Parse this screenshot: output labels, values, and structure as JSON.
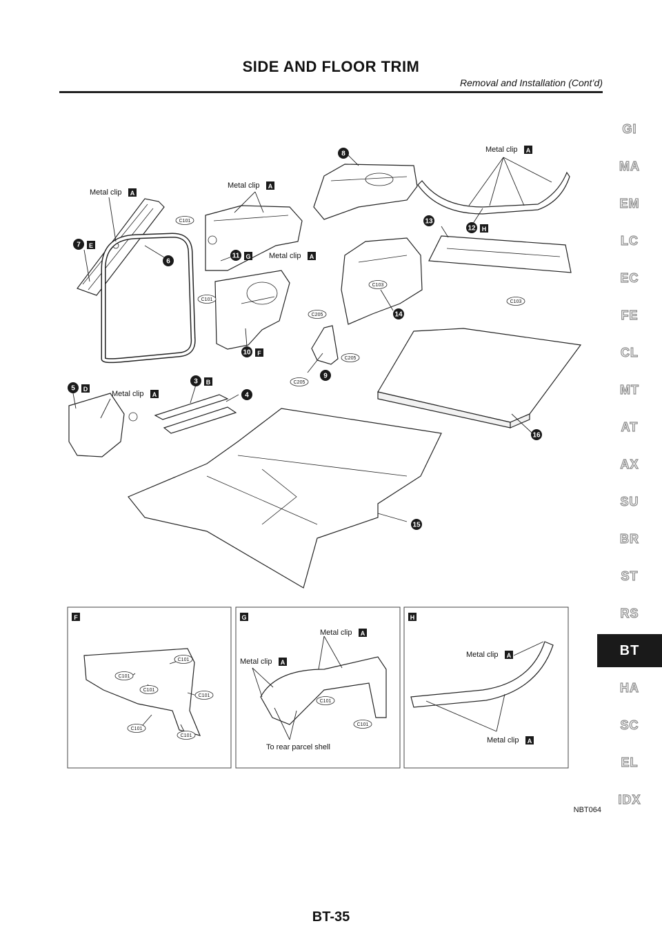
{
  "header": {
    "title": "SIDE AND FLOOR TRIM",
    "subtitle": "Removal and Installation (Cont’d)"
  },
  "figure_id": "NBT064",
  "page_number": "BT-35",
  "side_tabs": [
    "GI",
    "MA",
    "EM",
    "LC",
    "EC",
    "FE",
    "CL",
    "MT",
    "AT",
    "AX",
    "SU",
    "BR",
    "ST",
    "RS",
    "BT",
    "HA",
    "SC",
    "EL",
    "IDX"
  ],
  "active_tab": "BT",
  "labels": {
    "metal_clip": "Metal clip",
    "to_rear_parcel_shelf": "To rear parcel shell",
    "c101": "C101",
    "c103": "C103",
    "c205": "C205"
  },
  "part_numbers": [
    "3",
    "4",
    "5",
    "6",
    "7",
    "8",
    "9",
    "10",
    "11",
    "12",
    "13",
    "14",
    "15",
    "16"
  ],
  "detail_keys": [
    "A",
    "B",
    "D",
    "E",
    "F",
    "G",
    "H"
  ]
}
